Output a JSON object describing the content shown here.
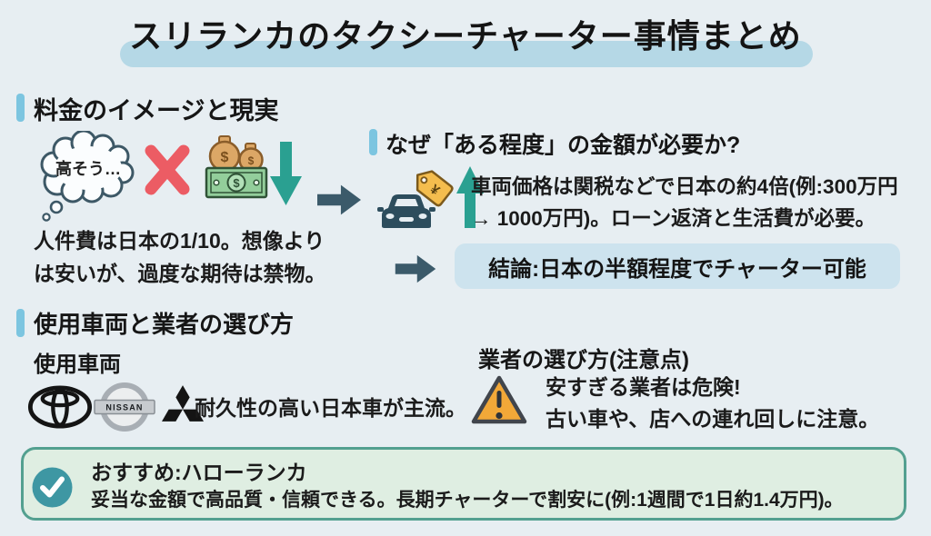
{
  "title": "スリランカのタクシーチャーター事情まとめ",
  "sections": {
    "pricing": {
      "heading": "料金のイメージと現実",
      "thought_bubble": "高そう…",
      "body": "人件費は日本の1/10。想像より\nは安いが、過度な期待は禁物。"
    },
    "why": {
      "heading": "なぜ「ある程度」の金額が必要か?",
      "body": "車両価格は関税などで日本の約4倍(例:300万円\n→ 1000万円)。ローン返済と生活費が必要。",
      "conclusion": "結論:日本の半額程度でチャーター可能"
    },
    "vehicles": {
      "heading": "使用車両と業者の選び方",
      "sub_vehicles": "使用車両",
      "vehicles_note": "耐久性の高い日本車が主流。",
      "nissan_logo_text": "NISSAN",
      "sub_agents": "業者の選び方(注意点)",
      "agents_note": "安すぎる業者は危険!\n古い車や、店への連れ回しに注意。"
    }
  },
  "recommendation": {
    "title": "おすすめ:ハローランカ",
    "body": "妥当な金額で高品質・信頼できる。長期チャーターで割安に(例:1週間で1日約1.4万円)。"
  },
  "icon_glyphs": {
    "money_bag_symbol": "$",
    "bill_symbol": "$",
    "price_tag_symbol": "¥"
  },
  "icons": [
    "thought-bubble-icon",
    "cross-x-icon",
    "money-bags-bill-icon",
    "arrow-down-icon",
    "arrow-right-icon",
    "car-front-icon",
    "price-tag-icon",
    "arrow-up-icon",
    "toyota-logo",
    "nissan-logo",
    "mitsubishi-logo",
    "warning-triangle-icon",
    "check-circle-icon"
  ],
  "colors": {
    "background": "#e7eef2",
    "title_highlight": "#b5d8e6",
    "section_bar": "#7cc5e0",
    "text": "#1b1b1b",
    "cross_red": "#ec5c64",
    "teal_arrow": "#2aa091",
    "dark_arrow": "#3b5a6a",
    "conclusion_bg": "#cde3ee",
    "car_dark_teal": "#2d4d5d",
    "tag_yellow": "#f4bd4e",
    "bag_tan": "#dca766",
    "bill_green": "#93ce9b",
    "warning_amber": "#f2a838",
    "reco_bg": "#dfeee2",
    "reco_border": "#53a090",
    "check_teal": "#3e97a3"
  }
}
